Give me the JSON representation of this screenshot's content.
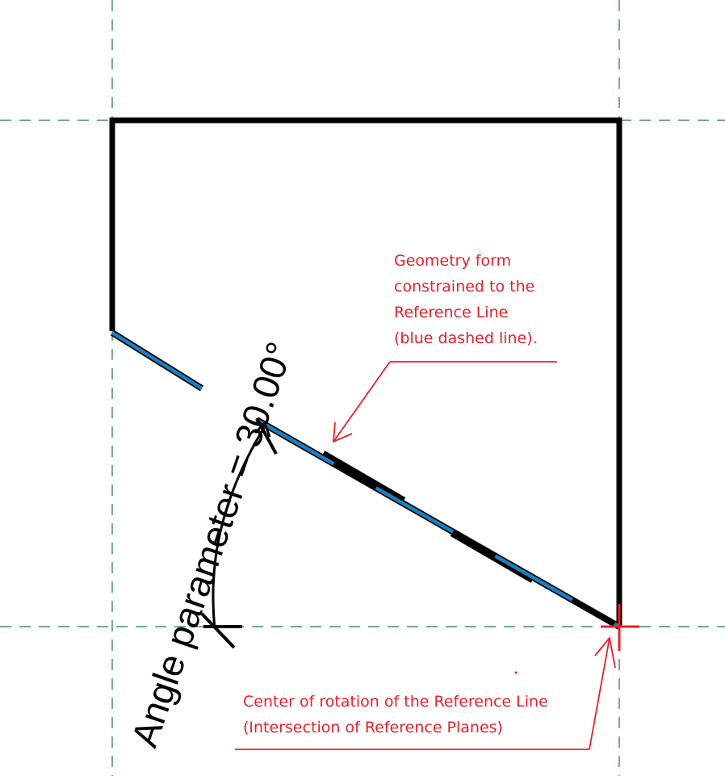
{
  "colors": {
    "form_edge": "#000000",
    "reference_line": "#1b7fc2",
    "reference_plane": "#1e7a36",
    "annotation": "#e8202a",
    "background": "#ffffff"
  },
  "reference_planes": {
    "style": "dashed"
  },
  "reference_line": {
    "style": "blue dashed"
  },
  "angle_dimension": {
    "label": "Angle parameter = 30.00°",
    "value_deg": 30.0
  },
  "notes": {
    "geometry": {
      "lines": [
        "Geometry form",
        "constrained to the",
        "Reference Line",
        "(blue dashed line)."
      ]
    },
    "center": {
      "lines": [
        "Center of rotation of the Reference Line",
        "(Intersection of Reference Planes)"
      ]
    }
  },
  "icons": {
    "center_marker": "crosshair-icon",
    "arc_arrow": "arrowhead-icon"
  }
}
